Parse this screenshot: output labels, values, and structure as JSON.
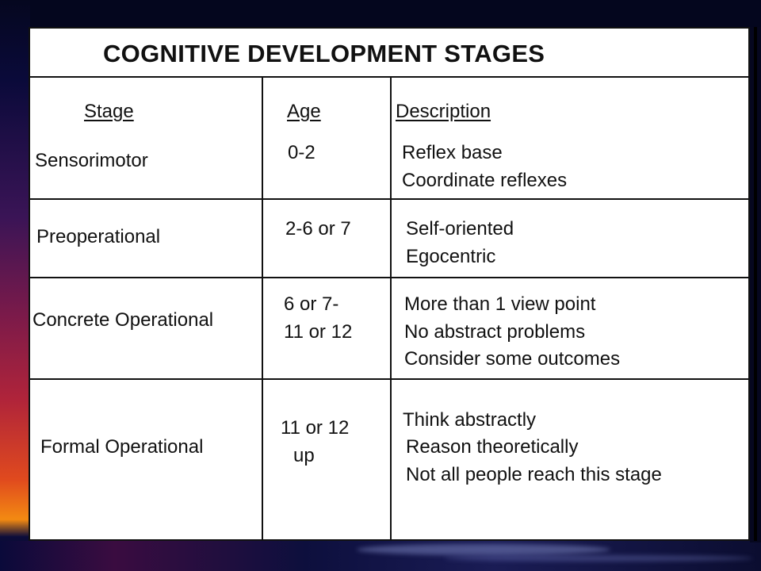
{
  "table": {
    "title": "COGNITIVE DEVELOPMENT STAGES",
    "headers": {
      "stage": "Stage",
      "age": "Age",
      "description": "Description"
    },
    "rows": [
      {
        "stage": "Sensorimotor",
        "age": [
          "0-2"
        ],
        "description": [
          "Reflex base",
          "Coordinate reflexes"
        ]
      },
      {
        "stage": "Preoperational",
        "age": [
          "2-6 or 7"
        ],
        "description": [
          "Self-oriented",
          "Egocentric"
        ]
      },
      {
        "stage": "Concrete Operational",
        "age": [
          "6 or 7-",
          "11 or 12"
        ],
        "description": [
          "More than 1 view point",
          "No abstract problems",
          "Consider some outcomes"
        ]
      },
      {
        "stage": "Formal Operational",
        "age": [
          "11 or 12",
          "up"
        ],
        "description": [
          "Think abstractly",
          "Reason theoretically",
          "Not all people reach this stage"
        ]
      }
    ]
  },
  "colors": {
    "background": "#04061e",
    "card": "#ffffff",
    "text": "#111111"
  }
}
